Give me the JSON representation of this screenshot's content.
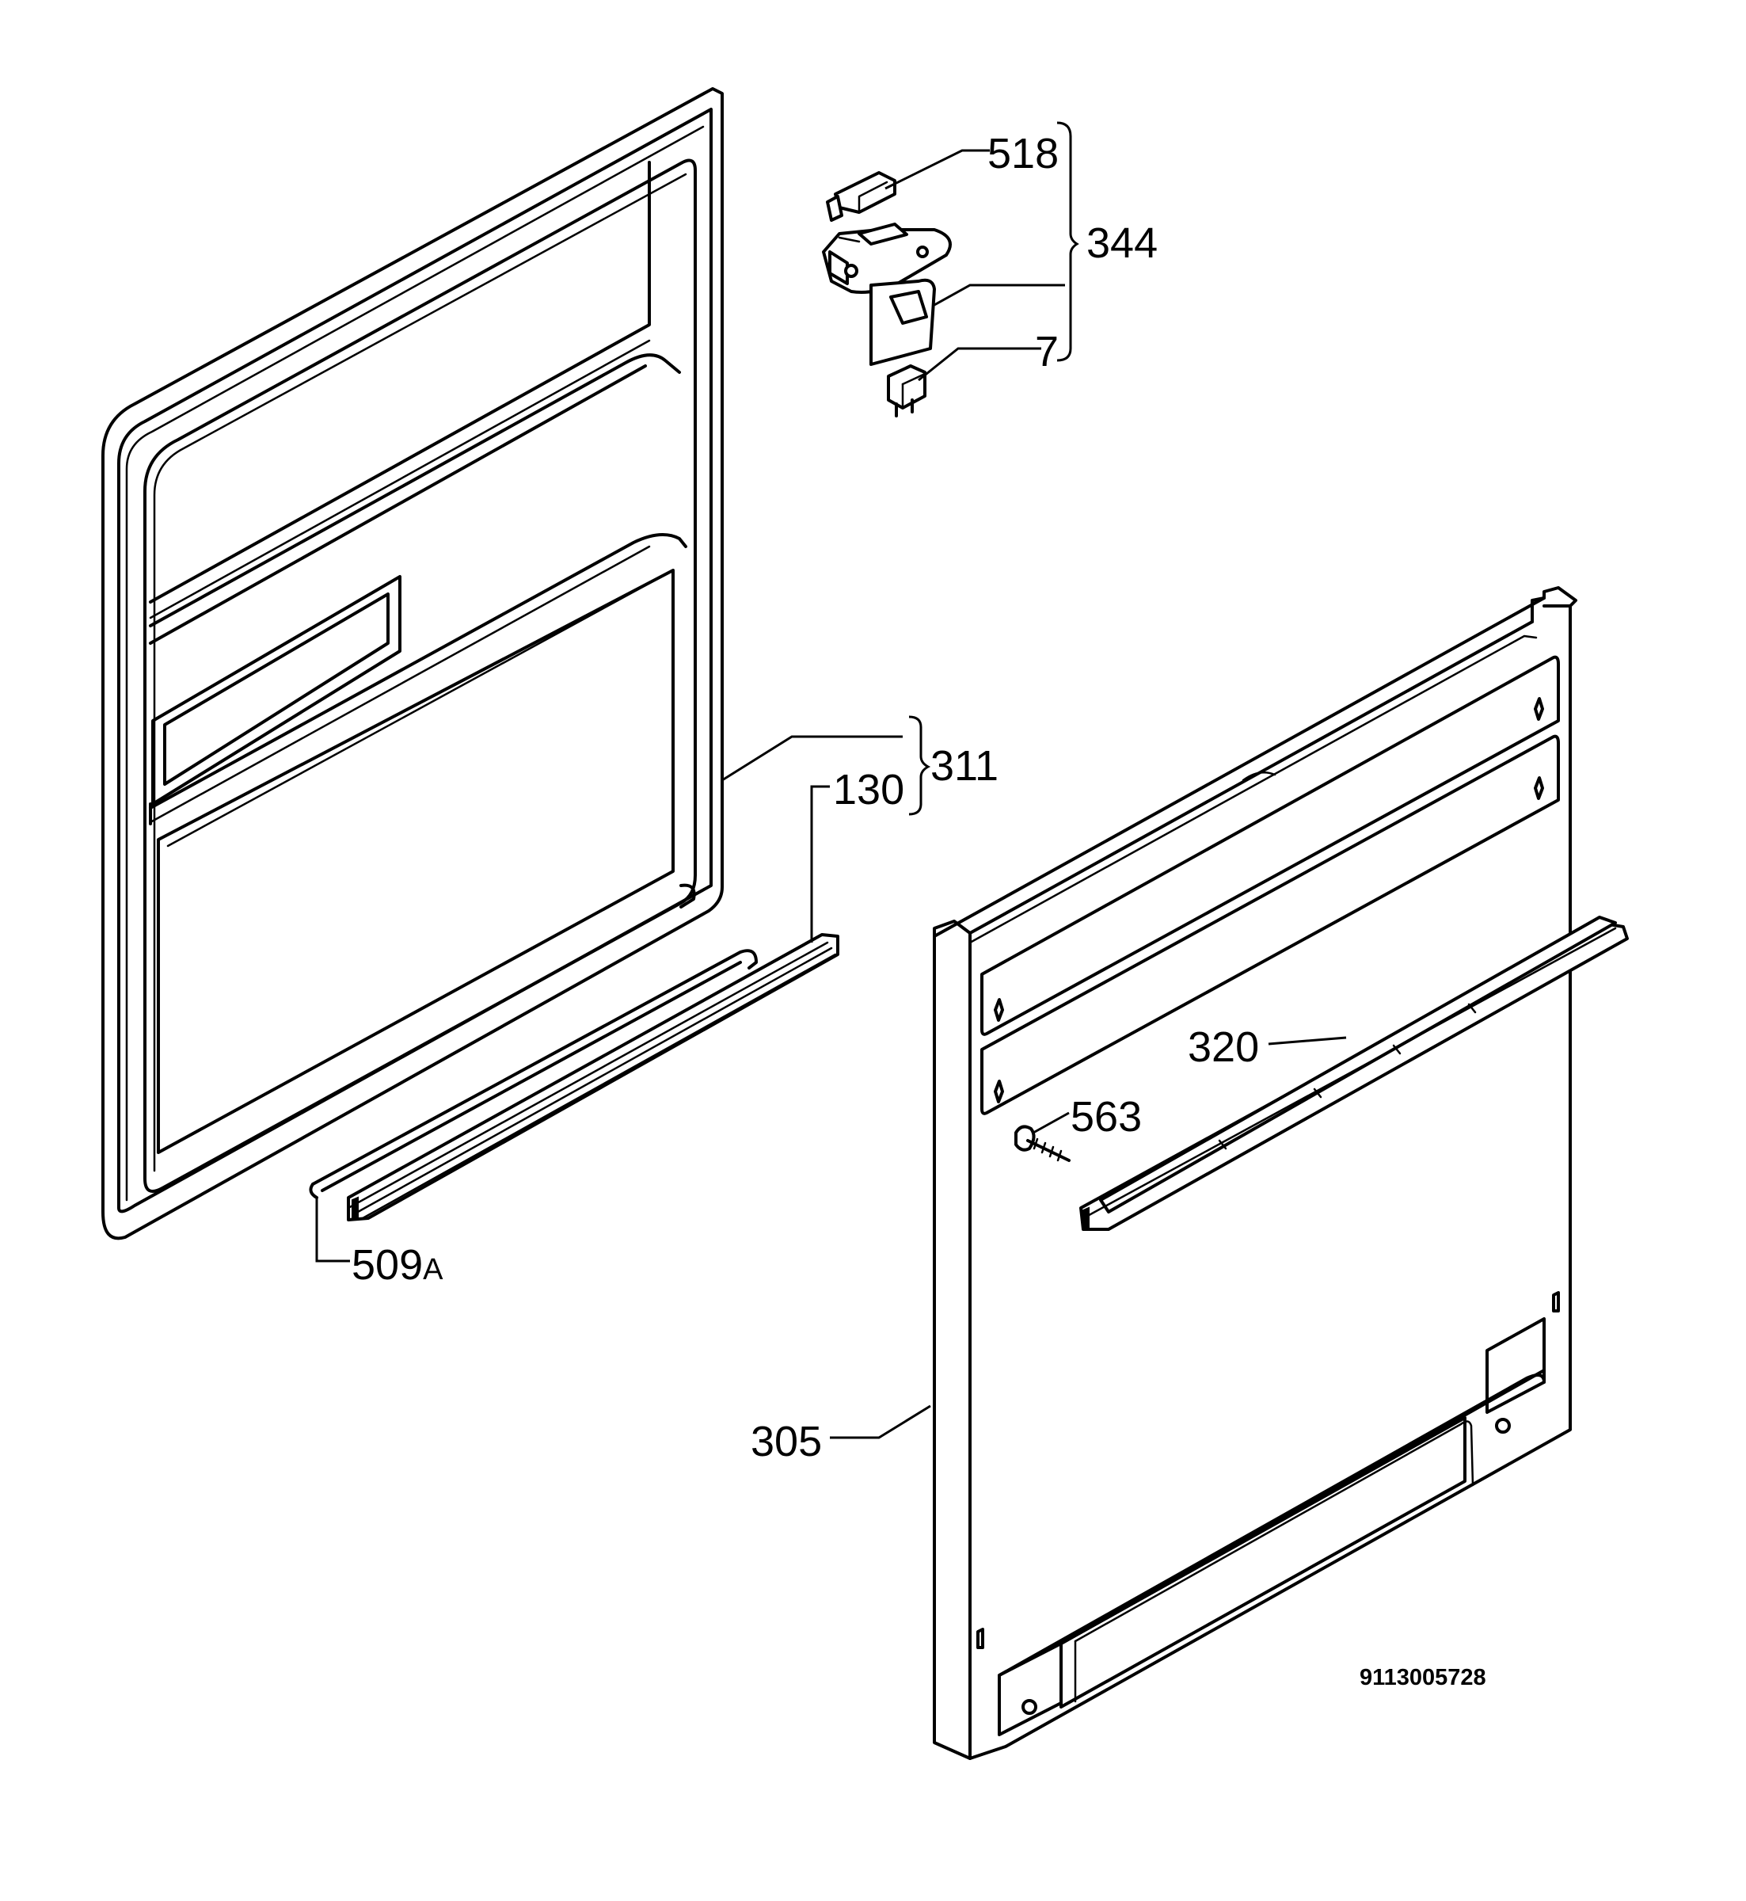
{
  "labels": {
    "p518": "518",
    "p344": "344",
    "p7": "7",
    "p311": "311",
    "p130": "130",
    "p509": "509",
    "p509_suffix": "A",
    "p320": "320",
    "p563": "563",
    "p305": "305"
  },
  "document_number": "9113005728"
}
